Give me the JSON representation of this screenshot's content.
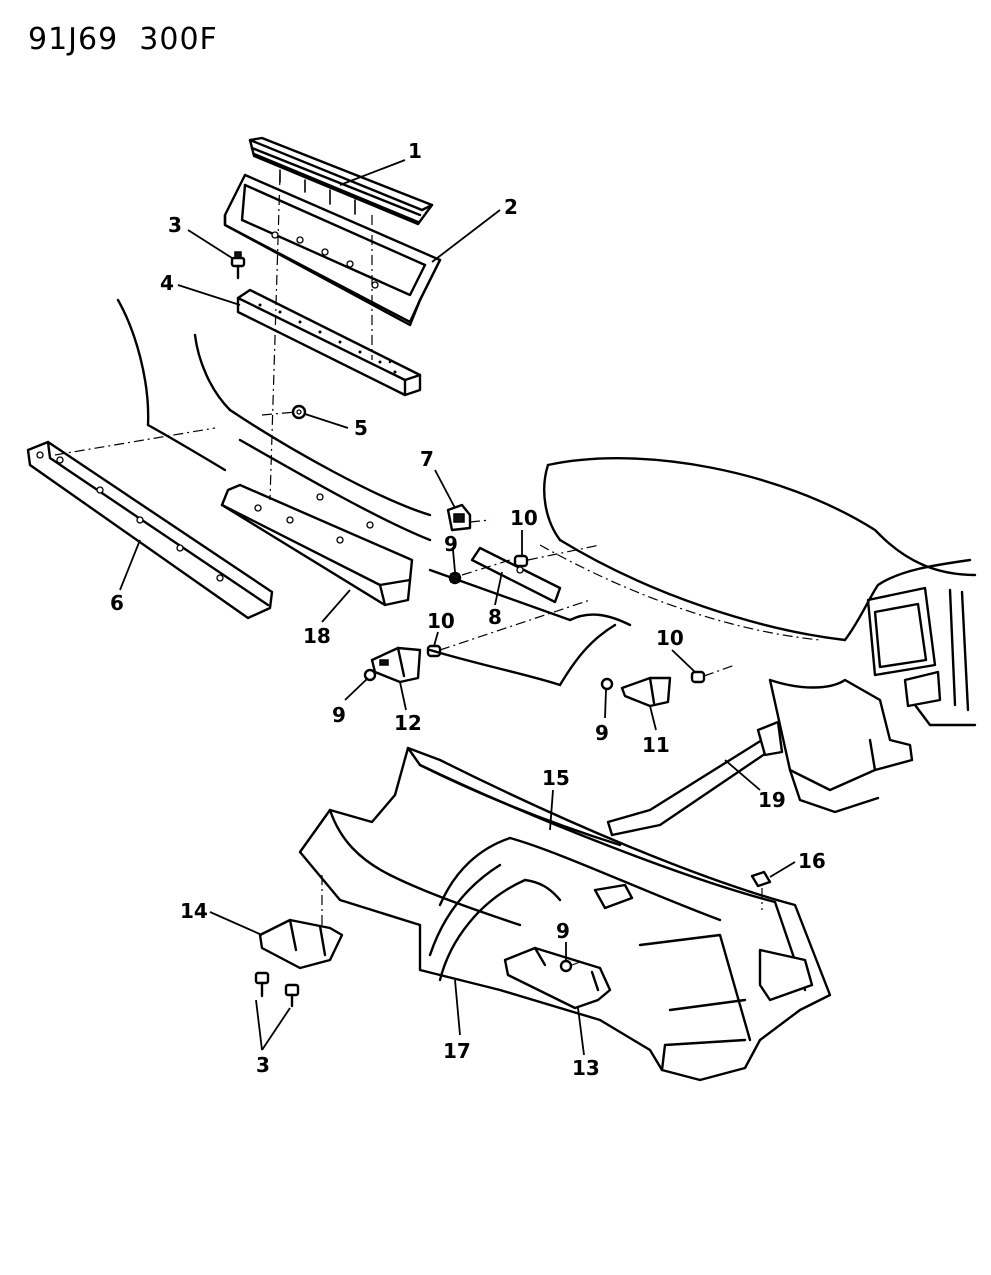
{
  "header": {
    "drawing_number": "91J69  300F"
  },
  "callouts": {
    "c1": "1",
    "c2": "2",
    "c3a": "3",
    "c3b": "3",
    "c4": "4",
    "c5": "5",
    "c6": "6",
    "c7": "7",
    "c8": "8",
    "c9a": "9",
    "c9b": "9",
    "c9c": "9",
    "c9d": "9",
    "c10a": "10",
    "c10b": "10",
    "c10c": "10",
    "c11": "11",
    "c12": "12",
    "c13": "13",
    "c14": "14",
    "c15": "15",
    "c16": "16",
    "c17": "17",
    "c18": "18",
    "c19": "19"
  }
}
